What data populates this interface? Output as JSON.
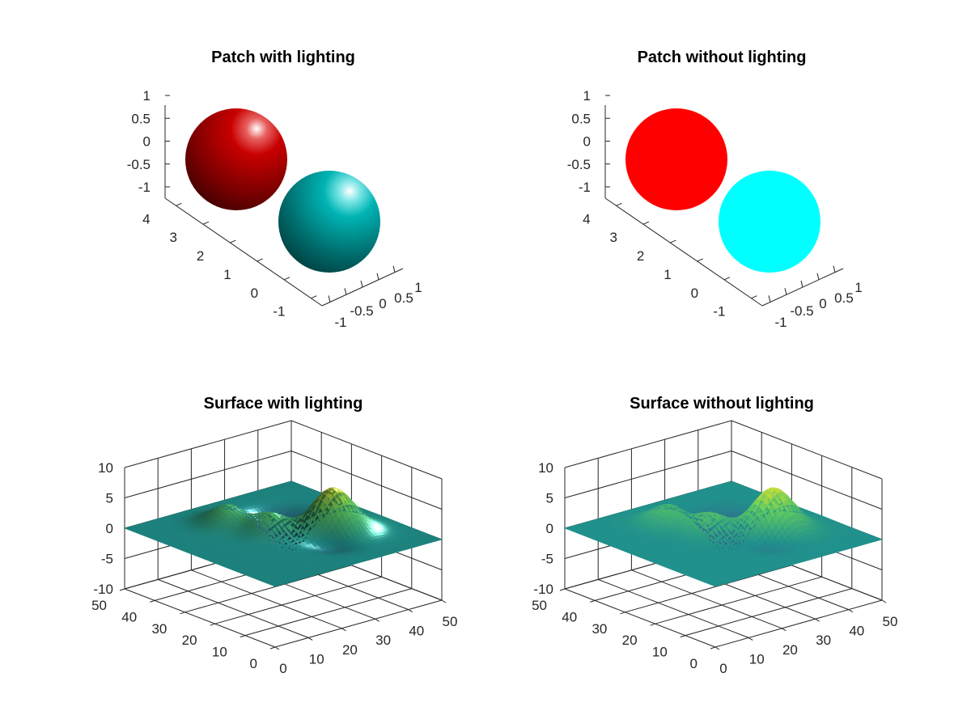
{
  "chart_data": [
    {
      "type": "scatter",
      "title": "Patch with lighting",
      "lighting": true,
      "xlim": [
        -1,
        1
      ],
      "ylim": [
        -1,
        4
      ],
      "zlim": [
        -1,
        1
      ],
      "x_ticks": [
        "-1",
        "-0.5",
        "0",
        "0.5",
        "1"
      ],
      "y_ticks": [
        "-1",
        "0",
        "1",
        "2",
        "3",
        "4"
      ],
      "z_ticks": [
        "-1",
        "-0.5",
        "0",
        "0.5",
        "1"
      ],
      "grid": false,
      "spheres": [
        {
          "center": [
            0,
            3,
            0
          ],
          "radius": 1,
          "color": "#ff0000"
        },
        {
          "center": [
            0,
            0,
            0
          ],
          "radius": 1,
          "color": "#00ffff"
        }
      ]
    },
    {
      "type": "scatter",
      "title": "Patch without lighting",
      "lighting": false,
      "xlim": [
        -1,
        1
      ],
      "ylim": [
        -1,
        4
      ],
      "zlim": [
        -1,
        1
      ],
      "x_ticks": [
        "-1",
        "-0.5",
        "0",
        "0.5",
        "1"
      ],
      "y_ticks": [
        "-1",
        "0",
        "1",
        "2",
        "3",
        "4"
      ],
      "z_ticks": [
        "-1",
        "-0.5",
        "0",
        "0.5",
        "1"
      ],
      "grid": false,
      "spheres": [
        {
          "center": [
            0,
            3,
            0
          ],
          "radius": 1,
          "color": "#ff0000"
        },
        {
          "center": [
            0,
            0,
            0
          ],
          "radius": 1,
          "color": "#00ffff"
        }
      ]
    },
    {
      "type": "heatmap",
      "title": "Surface with lighting",
      "lighting": true,
      "xlim": [
        0,
        50
      ],
      "ylim": [
        0,
        50
      ],
      "zlim": [
        -10,
        10
      ],
      "x_ticks": [
        "0",
        "10",
        "20",
        "30",
        "40",
        "50"
      ],
      "y_ticks": [
        "0",
        "10",
        "20",
        "30",
        "40",
        "50"
      ],
      "z_ticks": [
        "-10",
        "-5",
        "0",
        "5",
        "10"
      ],
      "grid": true,
      "colormap": [
        "#440154",
        "#3b528b",
        "#21918c",
        "#5ec962",
        "#fde725"
      ],
      "surface": {
        "grid_size": 49,
        "peaks": [
          {
            "x": 35,
            "y": 20,
            "height": 7.5,
            "width": 5
          },
          {
            "x": 24,
            "y": 28,
            "height": 3.5,
            "width": 4
          },
          {
            "x": 20,
            "y": 38,
            "height": 3,
            "width": 4
          },
          {
            "x": 33,
            "y": 32,
            "height": -6.5,
            "width": 4.5
          },
          {
            "x": 30,
            "y": 15,
            "height": -2.5,
            "width": 4
          }
        ]
      }
    },
    {
      "type": "heatmap",
      "title": "Surface without lighting",
      "lighting": false,
      "xlim": [
        0,
        50
      ],
      "ylim": [
        0,
        50
      ],
      "zlim": [
        -10,
        10
      ],
      "x_ticks": [
        "0",
        "10",
        "20",
        "30",
        "40",
        "50"
      ],
      "y_ticks": [
        "0",
        "10",
        "20",
        "30",
        "40",
        "50"
      ],
      "z_ticks": [
        "-10",
        "-5",
        "0",
        "5",
        "10"
      ],
      "grid": true,
      "colormap": [
        "#440154",
        "#3b528b",
        "#21918c",
        "#5ec962",
        "#fde725"
      ],
      "surface": {
        "grid_size": 49,
        "peaks": [
          {
            "x": 35,
            "y": 20,
            "height": 7.5,
            "width": 5
          },
          {
            "x": 24,
            "y": 28,
            "height": 3.5,
            "width": 4
          },
          {
            "x": 20,
            "y": 38,
            "height": 3,
            "width": 4
          },
          {
            "x": 33,
            "y": 32,
            "height": -6.5,
            "width": 4.5
          },
          {
            "x": 30,
            "y": 15,
            "height": -2.5,
            "width": 4
          }
        ]
      }
    }
  ]
}
